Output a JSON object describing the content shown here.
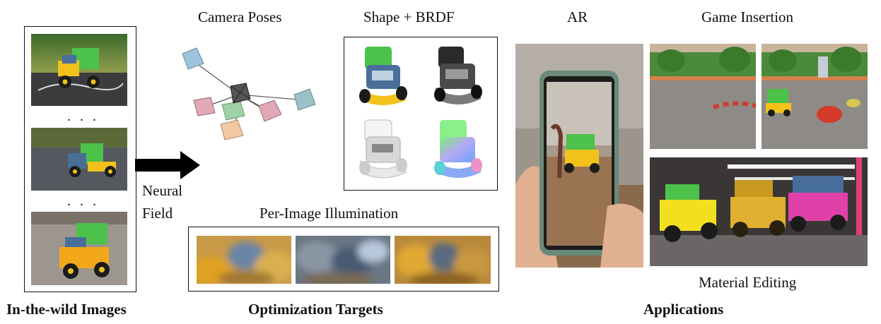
{
  "sections": {
    "in_the_wild": {
      "caption": "In-the-wild Images",
      "ellipsis": ". . ."
    },
    "arrow_label_line1": "Neural",
    "arrow_label_line2": "Field",
    "optimization": {
      "caption": "Optimization Targets",
      "camera_poses_title": "Camera Poses",
      "shape_brdf_title": "Shape + BRDF",
      "illumination_title": "Per-Image Illumination"
    },
    "applications": {
      "caption": "Applications",
      "ar_title": "AR",
      "game_title": "Game Insertion",
      "material_title": "Material Editing"
    }
  },
  "colors": {
    "truck_green": "#4cc24a",
    "truck_yellow": "#f2c21a",
    "truck_blue": "#4a6e9a",
    "pose_blue": "#9cc4dc",
    "pose_pink": "#e2a8b6",
    "pose_green": "#9fd0a8",
    "pose_orange": "#f2c8a0",
    "pose_center": "#555555",
    "pose_teal": "#9cc0c8"
  }
}
